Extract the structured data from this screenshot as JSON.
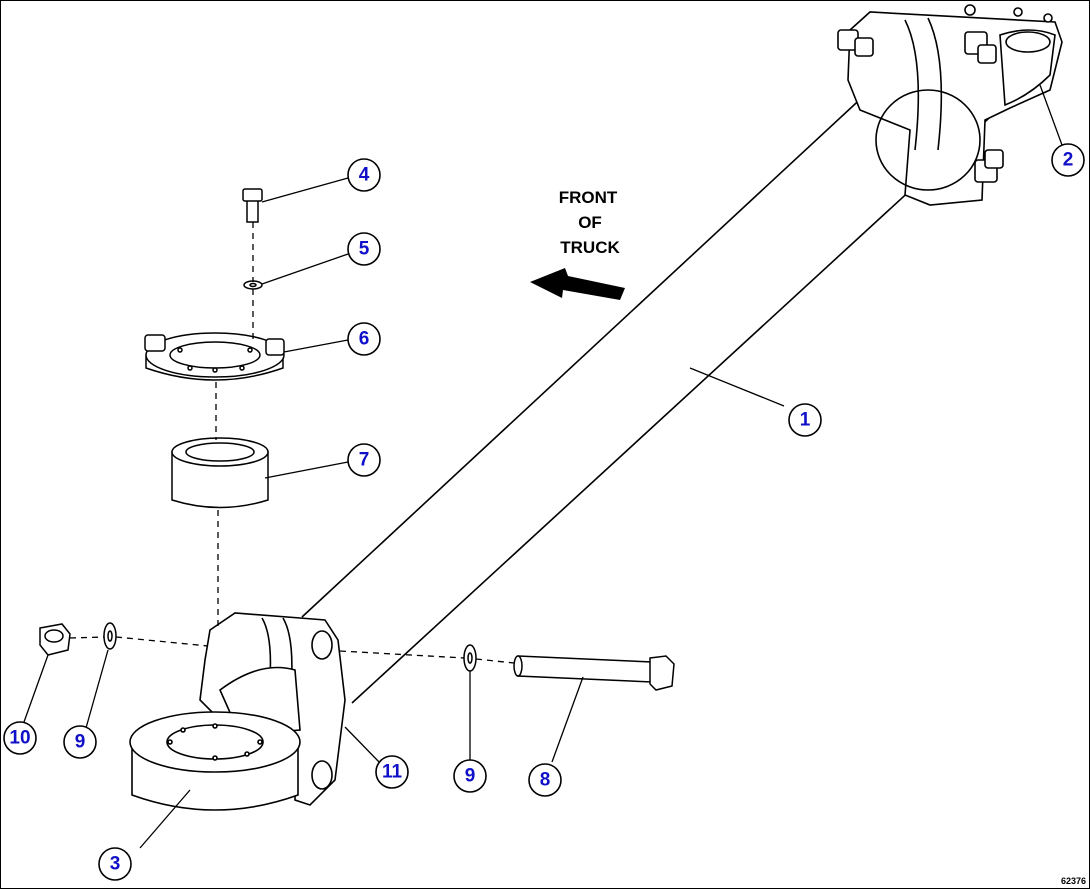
{
  "direction_label": {
    "line1": "FRONT",
    "line2": "OF",
    "line3": "TRUCK"
  },
  "drawing_id": "62376",
  "callouts": [
    {
      "number": "1",
      "part": "axle-tube"
    },
    {
      "number": "2",
      "part": "rear-end-bracket"
    },
    {
      "number": "3",
      "part": "steering-ring"
    },
    {
      "number": "4",
      "part": "bolt"
    },
    {
      "number": "5",
      "part": "washer"
    },
    {
      "number": "6",
      "part": "bearing-retainer-plate"
    },
    {
      "number": "7",
      "part": "bushing"
    },
    {
      "number": "8",
      "part": "pivot-bolt"
    },
    {
      "number": "9",
      "part": "washer"
    },
    {
      "number": "9",
      "part": "washer"
    },
    {
      "number": "10",
      "part": "nut"
    },
    {
      "number": "11",
      "part": "front-end-bracket"
    }
  ],
  "colors": {
    "callout_text": "#1010c8",
    "line": "#000000",
    "background": "#ffffff"
  }
}
